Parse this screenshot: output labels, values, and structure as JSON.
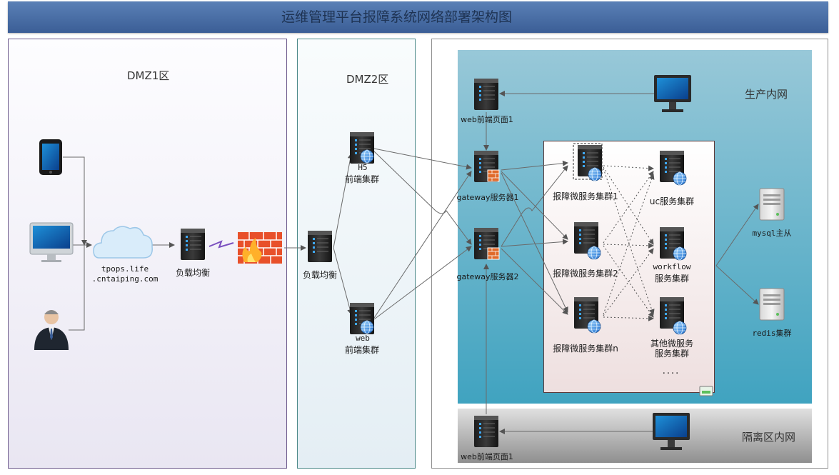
{
  "title": "运维管理平台报障系统网络部署架构图",
  "zones": {
    "dmz1": "DMZ1区",
    "dmz2": "DMZ2区",
    "production": "生产内网",
    "isolation": "隔离区内网"
  },
  "nodes": {
    "cloud_line1": "tpops.life",
    "cloud_line2": ".cntaiping.com",
    "lb1": "负载均衡",
    "lb2": "负载均衡",
    "h5_line1": "H5",
    "h5_line2": "前端集群",
    "web_line1": "web",
    "web_line2": "前端集群",
    "web_page_prod": "web前端页面1",
    "gateway1": "gateway服务器1",
    "gateway2": "gateway服务器2",
    "svc1": "报障微服务集群1",
    "svc2": "报障微服务集群2",
    "svcn": "报障微服务集群n",
    "uc": "uc服务集群",
    "workflow_line1": "workflow",
    "workflow_line2": "服务集群",
    "other_line1": "其他微服务",
    "other_line2": "服务集群",
    "ellipsis": "....",
    "mysql": "mysql主从",
    "redis": "redis集群",
    "web_page_iso": "web前端页面1"
  },
  "colors": {
    "title_bar": "#4a6fa8",
    "production_zone": "#5ab0c8",
    "isolation_zone": "#b0b0b0",
    "firewall": "#e8502a"
  }
}
